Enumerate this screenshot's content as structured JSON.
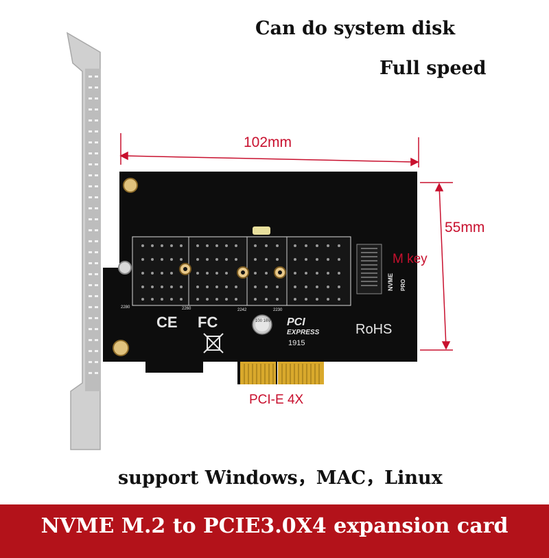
{
  "headline": {
    "line1": "Can do system disk",
    "line2": "Full speed"
  },
  "dimensions": {
    "width": "102mm",
    "height": "55mm"
  },
  "labels": {
    "m_key": "M key",
    "interface": "PCI-E 4X"
  },
  "pcb_markings": {
    "rohs": "RoHS",
    "ce": "CE",
    "fc": "FC",
    "nvme": "NVME",
    "pro": "PRO",
    "pci": "PCI",
    "express": "EXPRESS",
    "date_code": "1915",
    "cap_value": "100 16V",
    "size_2280": "2280",
    "size_2260": "2260",
    "size_2242": "2242",
    "size_2230": "2230"
  },
  "support_line": "support Windows，MAC，Linux",
  "banner": "NVME M.2 to PCIE3.0X4 expansion card",
  "colors": {
    "banner_bg": "#b3121a",
    "dimension_red": "#c8102e",
    "pcb": "#0d0d0d",
    "gold_fingers": "#d9a92c",
    "bracket": "#c9c9c9"
  }
}
